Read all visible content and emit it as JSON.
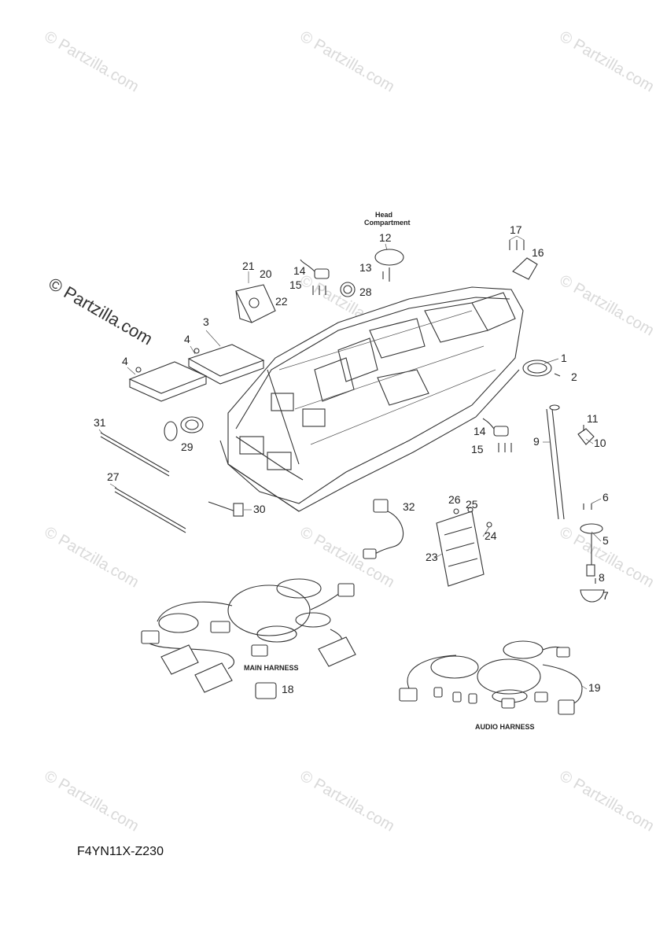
{
  "diagram_code": "F4YN11X-Z230",
  "watermark": "© Partzilla.com",
  "labels": {
    "head_compartment_1": "Head",
    "head_compartment_2": "Compartment",
    "main_harness": "MAIN HARNESS",
    "audio_harness": "AUDIO HARNESS"
  },
  "callouts": [
    "1",
    "2",
    "3",
    "4",
    "4",
    "5",
    "6",
    "7",
    "8",
    "9",
    "10",
    "11",
    "12",
    "13",
    "14",
    "14",
    "15",
    "15",
    "16",
    "17",
    "18",
    "19",
    "20",
    "21",
    "22",
    "23",
    "24",
    "25",
    "26",
    "27",
    "28",
    "29",
    "30",
    "31",
    "32"
  ]
}
